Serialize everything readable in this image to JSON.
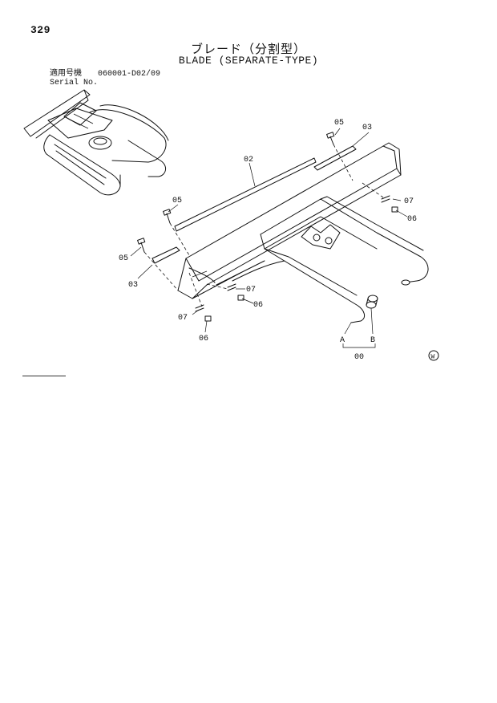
{
  "page_number": "329",
  "title_jp": "ブレード（分割型）",
  "title_en": "BLADE (SEPARATE-TYPE)",
  "serial": {
    "label_jp": "適用号機",
    "label_en": "Serial No.",
    "value": "060001-D02/09"
  },
  "callouts": {
    "c02": "02",
    "c03_top": "03",
    "c03_left": "03",
    "c05_top": "05",
    "c05_mid": "05",
    "c05_left": "05",
    "c06_right": "06",
    "c06_mid": "06",
    "c06_bottom": "06",
    "c07_right": "07",
    "c07_mid": "07",
    "c07_left": "07",
    "c00": "00",
    "cA": "A",
    "cB": "B"
  },
  "mark_w": "W"
}
